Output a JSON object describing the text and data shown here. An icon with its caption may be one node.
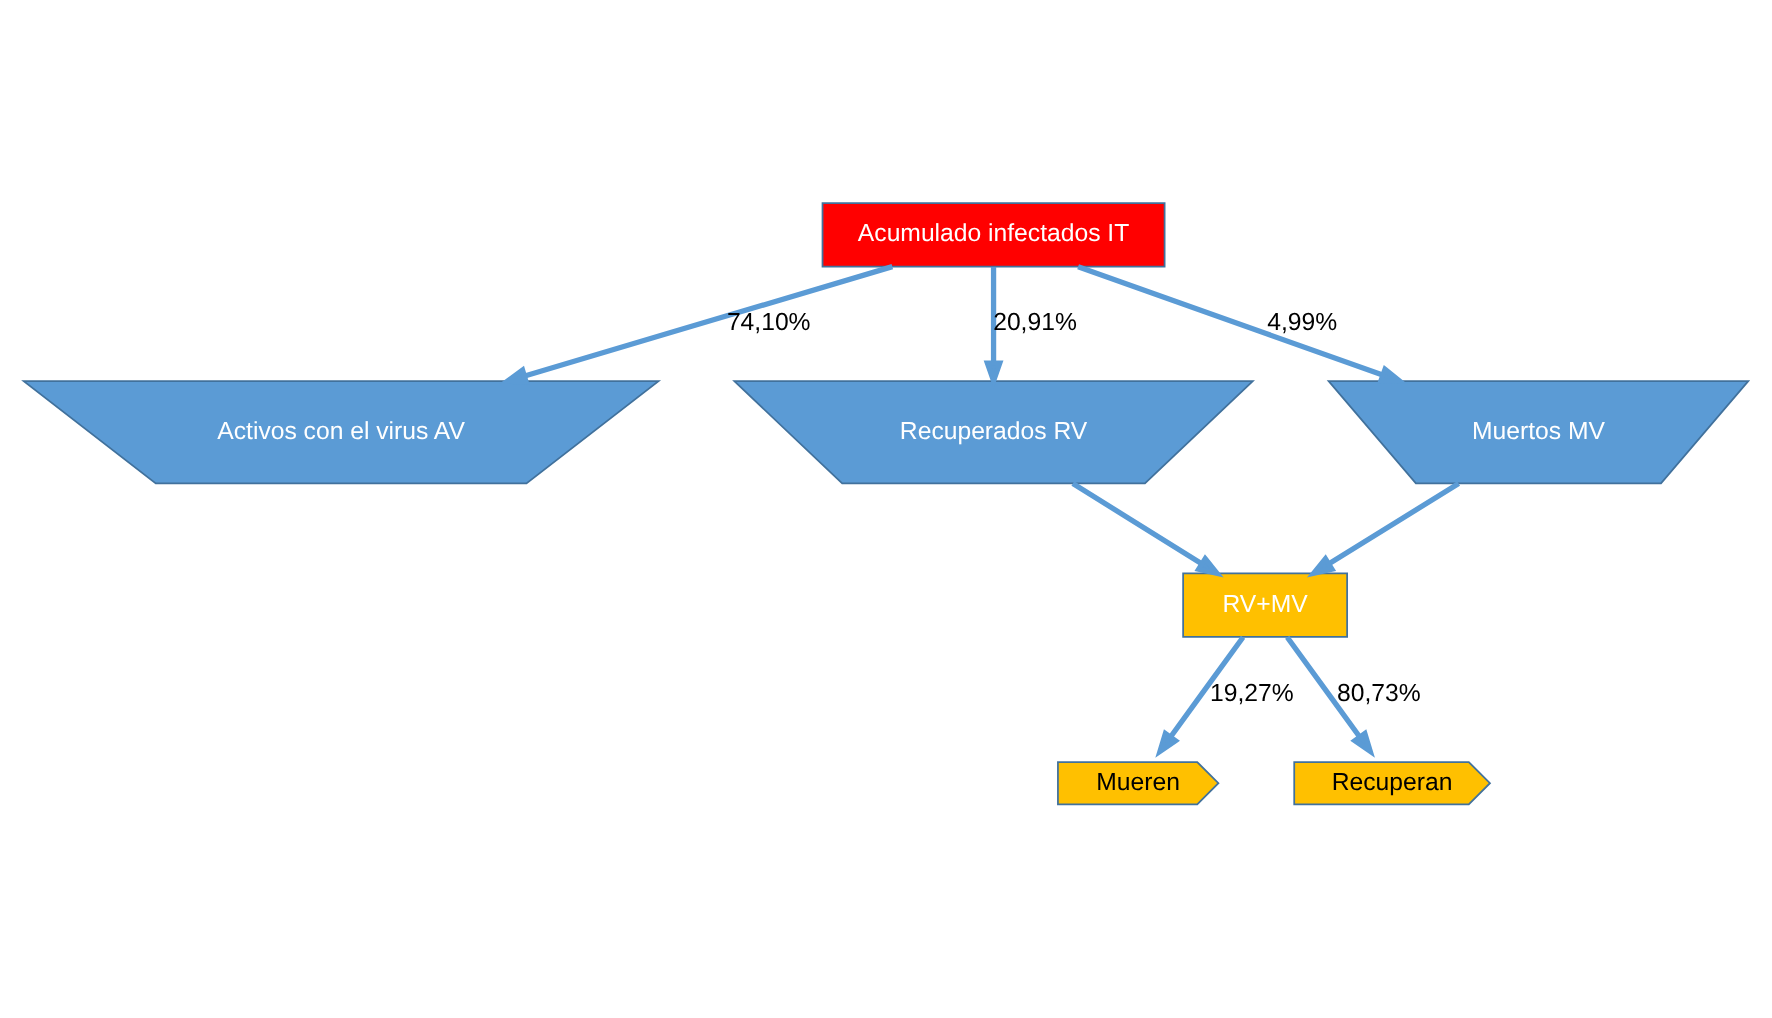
{
  "diagram": {
    "nodes": [
      {
        "text": [
          "Acumulado infectados IT"
        ]
      },
      {
        "text": [
          "Activos con el virus AV"
        ]
      },
      {
        "text": [
          "Recuperados RV"
        ]
      },
      {
        "text": [
          "Muertos MV"
        ]
      },
      {
        "text": [
          "RV+MV"
        ]
      },
      {
        "text": [
          "Mueren"
        ]
      },
      {
        "text": [
          "Recuperan"
        ]
      }
    ],
    "edges": [
      {
        "from": 0,
        "to": 1,
        "arrow": "to",
        "label": "74,10%"
      },
      {
        "from": 0,
        "to": 2,
        "arrow": "to",
        "label": "20,91%"
      },
      {
        "from": 0,
        "to": 3,
        "arrow": "to",
        "label": "4,99%"
      },
      {
        "from": 2,
        "to": 4,
        "arrow": "to"
      },
      {
        "from": 3,
        "to": 4,
        "arrow": "to"
      },
      {
        "from": 4,
        "to": 5,
        "arrow": "to",
        "label": "19,27%"
      },
      {
        "from": 4,
        "to": 6,
        "arrow": "to",
        "label": "80,73%"
      }
    ]
  }
}
